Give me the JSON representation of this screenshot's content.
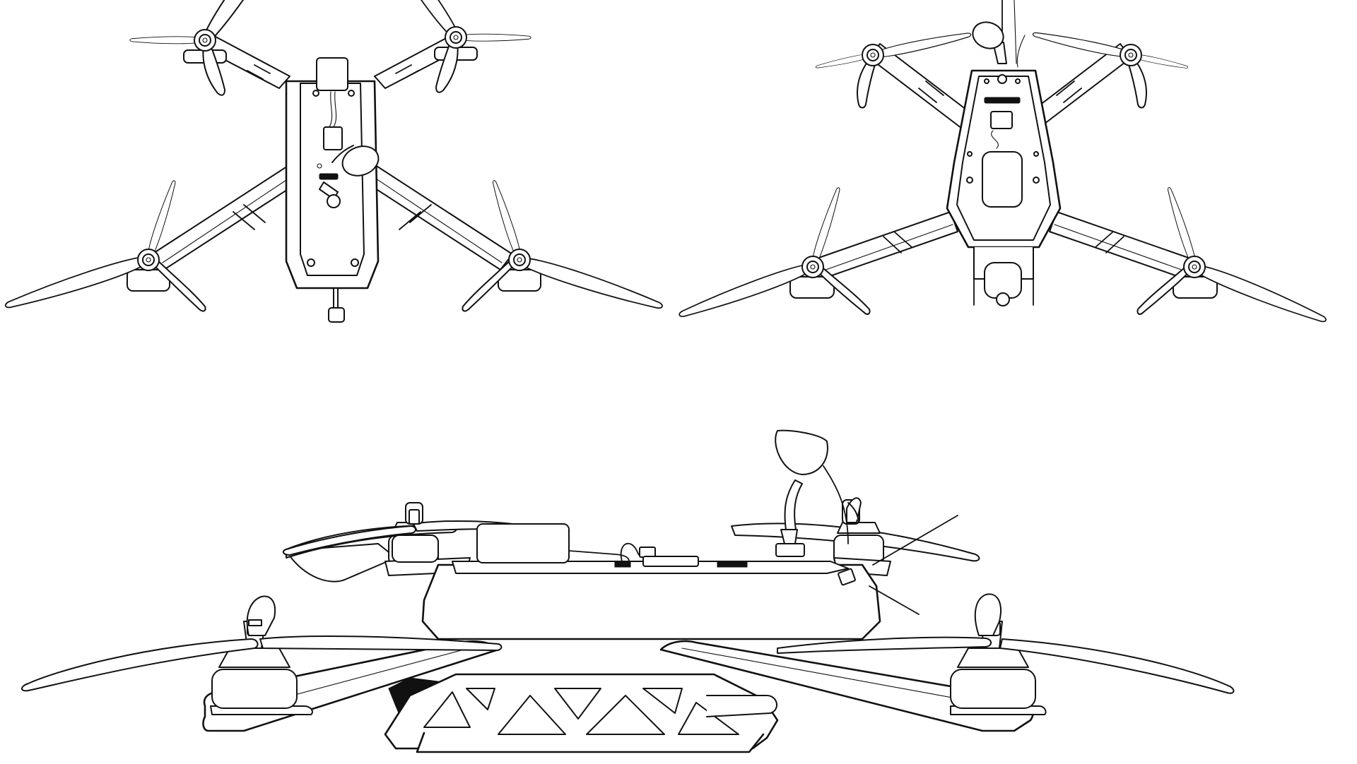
{
  "figure": {
    "views": [
      {
        "id": "view-a",
        "kind": "top-view"
      },
      {
        "id": "view-b",
        "kind": "top-view"
      },
      {
        "id": "view-c",
        "kind": "side-view"
      }
    ],
    "colors": {
      "line": "#111111",
      "background": "#ffffff",
      "fill": "#ffffff"
    },
    "icons": [
      "propeller-icon",
      "motor-icon",
      "antenna-icon",
      "camera-icon",
      "battery-icon"
    ]
  }
}
